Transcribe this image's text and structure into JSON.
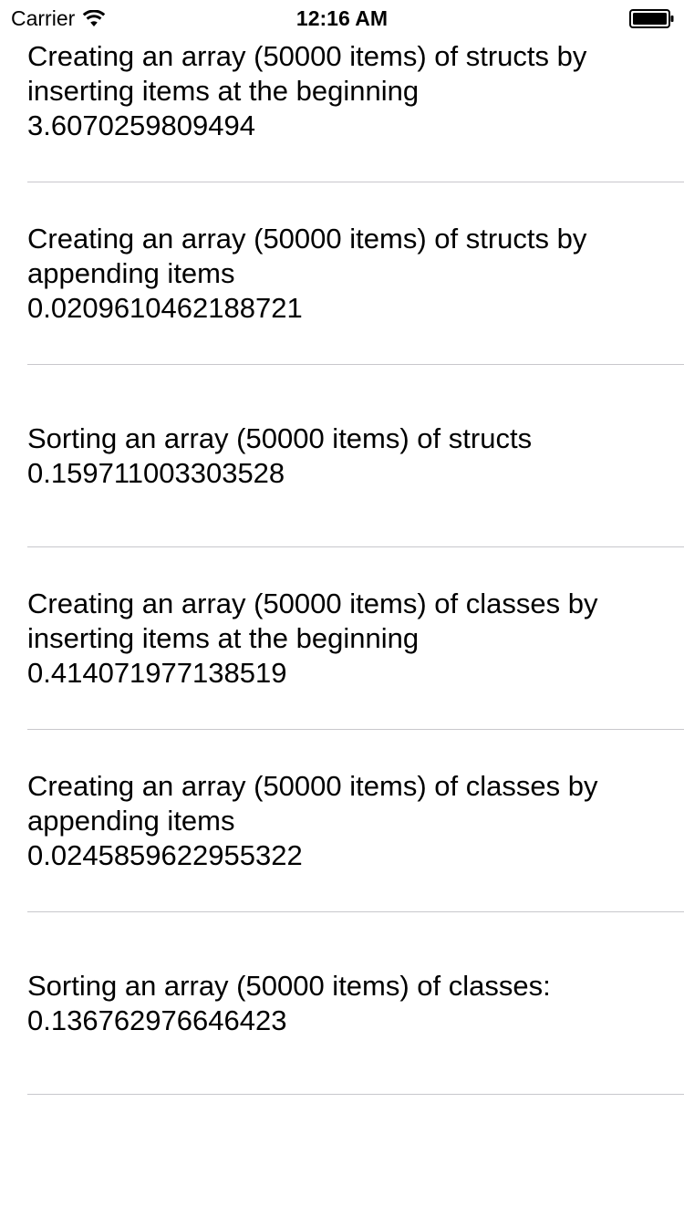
{
  "status_bar": {
    "carrier": "Carrier",
    "time": "12:16 AM",
    "wifi_icon": "wifi-icon",
    "battery_icon": "battery-icon"
  },
  "rows": [
    {
      "description": "Creating an array (50000 items) of structs by\ninserting items at the beginning",
      "value": "3.6070259809494"
    },
    {
      "description": "Creating an array (50000 items) of structs by\nappending items",
      "value": "0.0209610462188721"
    },
    {
      "description": "Sorting an array (50000 items) of structs",
      "value": "0.159711003303528"
    },
    {
      "description": "Creating an array (50000 items) of classes by\ninserting items at the beginning",
      "value": "0.414071977138519"
    },
    {
      "description": "Creating an array (50000 items) of classes by\nappending items",
      "value": "0.0245859622955322"
    },
    {
      "description": "Sorting an array (50000 items) of classes:",
      "value": "0.136762976646423"
    }
  ],
  "colors": {
    "separator": "#c8c7cc",
    "text": "#000000",
    "background": "#ffffff"
  }
}
